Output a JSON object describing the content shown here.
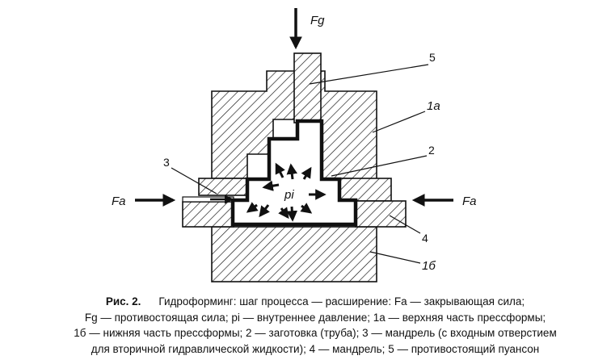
{
  "labels": {
    "fg": "Fg",
    "fa_left": "Fa",
    "fa_right": "Fa",
    "pi": "pi",
    "n5": "5",
    "n1a": "1a",
    "n2": "2",
    "n3": "3",
    "n4": "4",
    "n1b": "1б"
  },
  "caption": {
    "figure": "Рис. 2.",
    "line1": "Гидроформинг: шаг процесса — расширение: Fa — закрывающая сила;",
    "line2": "Fg — противостоящая сила; pi — внутреннее давление; 1a — верхняя часть прессформы;",
    "line3": "1б — нижняя часть прессформы; 2 — заготовка (труба); 3 — мандрель (с входным отверстием",
    "line4": "для вторичной гидравлической жидкости); 4 — мандрель; 5 — противостоящий пуансон"
  }
}
